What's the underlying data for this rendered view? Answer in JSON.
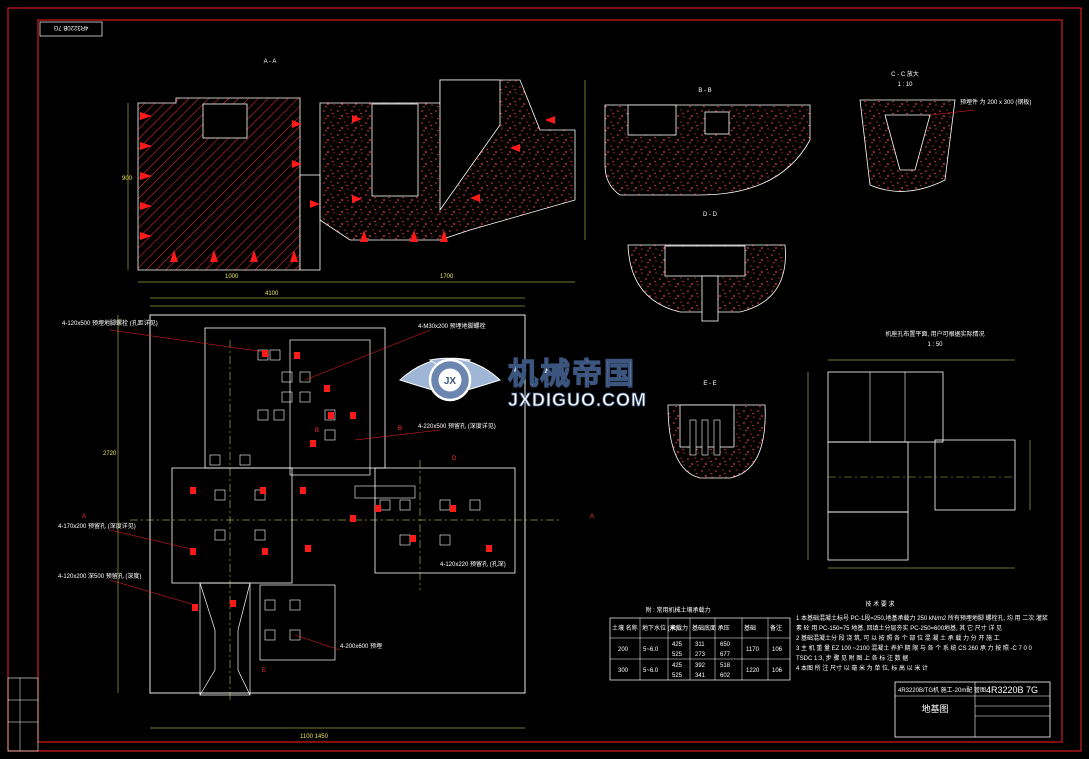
{
  "drawing": {
    "stamp_top_left": "4R3220B 7G",
    "title_block_code": "4R3220B 7G",
    "title_block_name": "地基图",
    "title_block_sub": "4R3220B/TG机 施工-20m配 管图"
  },
  "views": {
    "aa": "A - A",
    "bb": "B - B",
    "cc": "C - C 放大",
    "cc_scale": "1 : 10",
    "dd": "D - D",
    "ee": "E - E",
    "plan_right": "机座孔布置平面, 用户可根据实际情况",
    "plan_right_scale": "1 : 50"
  },
  "soil_table": {
    "title": "附 : 常用机械土壤承载力",
    "headers": [
      "土壤 名称",
      "地下水位 (米)",
      "承载力",
      "基础底面 承压",
      "基础",
      "备注"
    ],
    "rows": [
      [
        "200",
        "5~6.0",
        "425",
        "311",
        "650",
        "1170",
        "106"
      ],
      [
        "",
        "",
        "525",
        "273",
        "677",
        "",
        ""
      ],
      [
        "300",
        "5~6.0",
        "425",
        "392",
        "518",
        "1220",
        "106"
      ],
      [
        "",
        "",
        "525",
        "341",
        "602",
        "",
        ""
      ]
    ]
  },
  "tech_notes": {
    "title": "技 术 要 求",
    "items": [
      "1  本基础混凝土标号 PC-1段=250,地基承载力 250 kN/m2 所有预埋地脚 螺栓孔, 均 用 二次 灌浆",
      "   素 砼 用 PC-150=75 地基, 回填土分层夯实 PC-250=600地基, 其 它 尺寸 详 见",
      "2  基础混凝土分 段 浇 筑, 可 以 按 照 各 个 部 位 混 凝 土 承 载 力 分 开 施 工",
      "3  主 机 重 量 EZ 100 ~2100 混凝土 养护 期 限 与 各 个 系 统 CS 260 承 力 按 照 -C 7 0 0",
      "   TSDC 1:3, 步 骤 见 附 图 上 各 标 注 数 据",
      "4  本图 所 注 尺寸 以 毫 米 为 单 位, 标 高 以 米 计"
    ]
  },
  "labels": {
    "section_a_left": "A",
    "section_a_right": "A",
    "section_b_a": "B",
    "section_b_b": "B",
    "section_d": "D",
    "section_e": "E",
    "note_1": "4-120x500 预埋地脚螺栓 (孔距详见)",
    "note_2": "4-M30x200 预埋地脚螺栓 ",
    "note_3": "4-220x500 预留孔 (深度详见)",
    "note_4": "4-170x200 预留孔 (深度详见)",
    "note_5": "4-120x200 深500 预留孔 (深度)",
    "note_6": "4-200x600 预埋",
    "note_7": "4-120x220 预留孔 (孔深)",
    "dim_total": "4100",
    "dim_bottom": "1100 1450 ",
    "dim_height": "2720",
    "cc_note": "预埋件 为 200 x 300 (钢板)"
  },
  "watermark": {
    "cn": "机械帝国",
    "en": "JXDIGUO.COM",
    "badge": "JX"
  },
  "colors": {
    "background": "#000000",
    "line_red": "#ff2020",
    "line_white": "#ffffff",
    "hatch": "#ff3030",
    "dim_yellow": "#e8e85a",
    "watermark": "#ffffff"
  }
}
